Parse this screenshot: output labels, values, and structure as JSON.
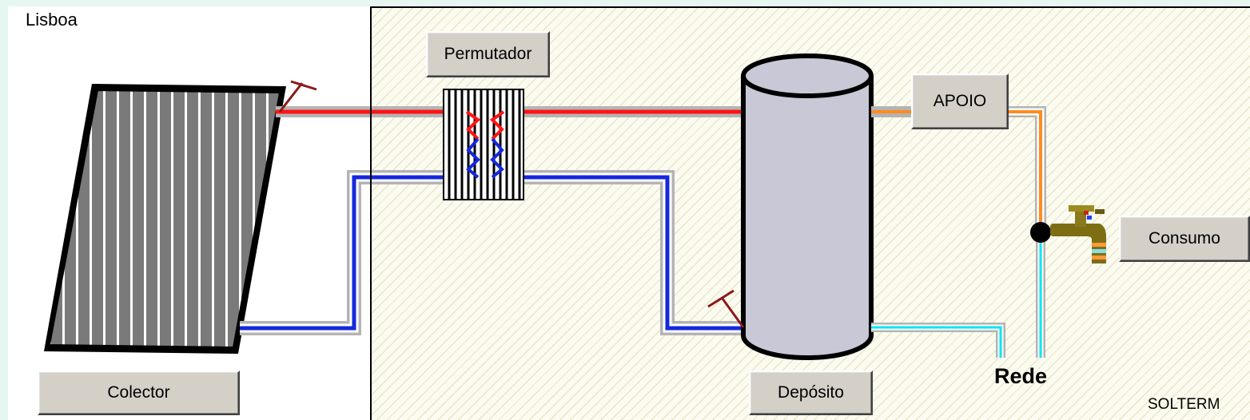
{
  "location": "Lisboa",
  "buttons": {
    "permutador": "Permutador",
    "apoio": "APOIO",
    "consumo": "Consumo",
    "colector": "Colector",
    "deposito": "Depósito"
  },
  "labels": {
    "rede": "Rede",
    "footer": "SOLTERM"
  },
  "colors": {
    "hot_pipe": "#ff1414",
    "cold_pipe": "#1428dc",
    "backup_pipe": "#ff8c1e",
    "mains_pipe": "#00e6f0",
    "pipe_casing": "#c8c8c8",
    "tank_fill": "#c8c8d7",
    "collector_fill": "#787878"
  }
}
